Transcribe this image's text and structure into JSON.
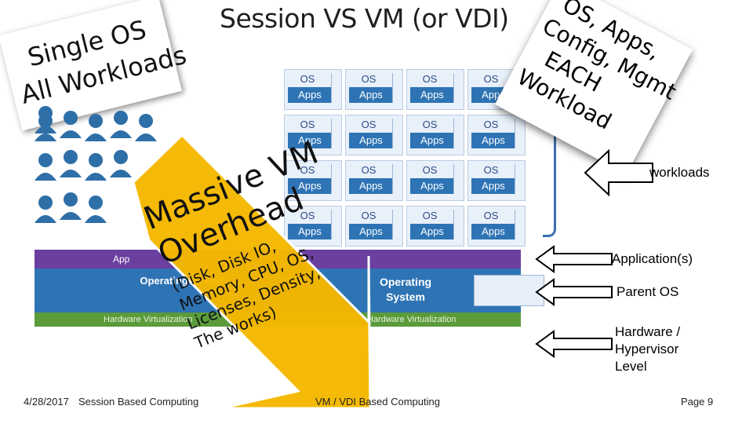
{
  "title": "Session VS VM (or VDI)",
  "left_note": [
    "Single OS",
    "Single OS",
    "All Workloads"
  ],
  "left_note_lines": [
    "Single OS",
    "All Workloads"
  ],
  "right_note_lines": [
    "OS, Apps,",
    "Config, Mgmt",
    "EACH",
    "Workload"
  ],
  "overlay": {
    "line1": "Massive VM",
    "line2": "Overhead",
    "line3": "(Disk, Disk IO,",
    "line4": "Memory, CPU, OS,",
    "line5": "Licenses, Density,",
    "line6": "The works)"
  },
  "tile": {
    "os": "OS",
    "apps": "Apps"
  },
  "stack": {
    "app_label": "Application(s)",
    "os_label": "Operating System",
    "hw_label": "Hardware Virtualization",
    "left_app": "App",
    "left_os": "Operating System",
    "left_hw": "Hardware Virtualization"
  },
  "right_labels": {
    "workloads": "workloads",
    "applications": "Application(s)",
    "parent_os": "Parent OS",
    "hardware": "Hardware / Hypervisor Level"
  },
  "footer": {
    "date": "4/28/2017",
    "left_title": "Session Based Computing",
    "center": "VM / VDI Based Computing",
    "page": "Page 9"
  },
  "colors": {
    "overlay": "#f5b800",
    "apps": "#2e74b5",
    "purple": "#6b3fa0",
    "green": "#5b9b3a"
  }
}
